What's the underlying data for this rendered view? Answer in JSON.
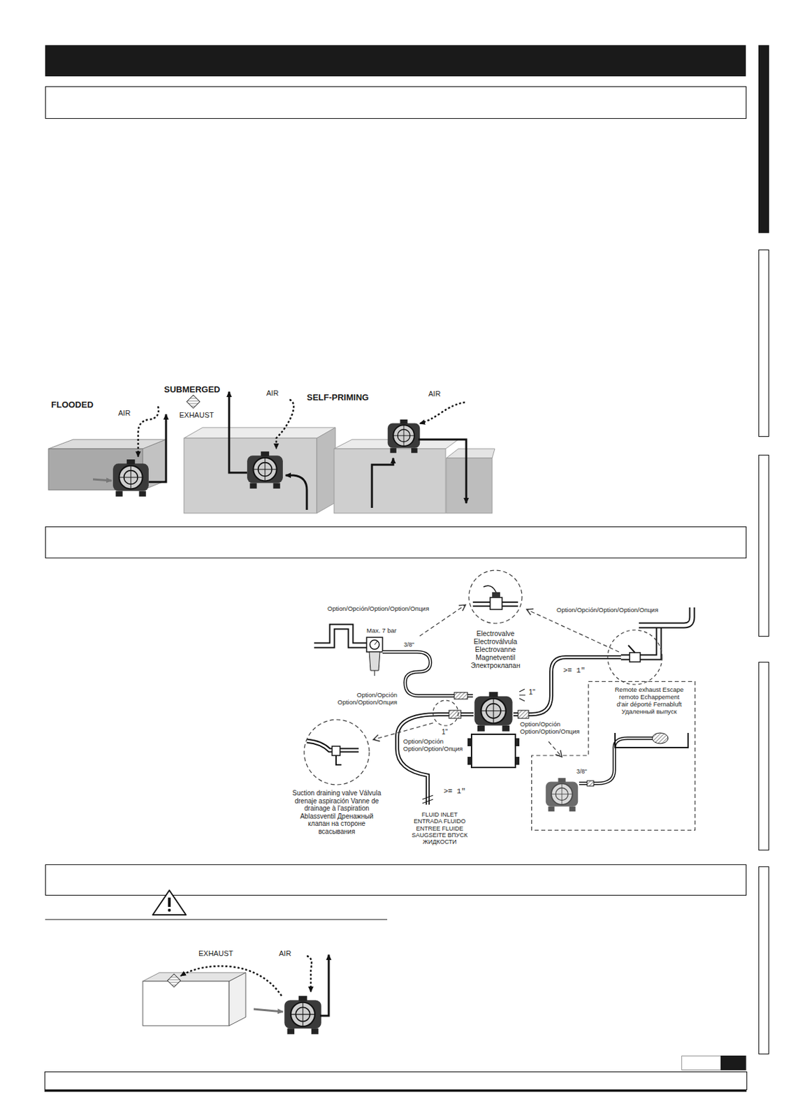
{
  "diagram": {
    "nodes": [
      {
        "text": [
          "Electrovalve Electroválvula Electrovanne Magnetventil Электроклапан"
        ]
      },
      {
        "text": [
          "Suction draining valve Válvula drenaje aspiración Vanne de drainage à l'aspiration Ablassventil Дренажный клапан на стороне всасывания"
        ]
      },
      {
        "text": [
          "Remote exhaust Escape remoto Echappement d'air déporté Fernabluft Удаленный выпуск"
        ]
      }
    ],
    "labels": [
      "FLOODED",
      "AIR",
      "SUBMERGED",
      "AIR",
      "EXHAUST",
      "SELF-PRIMING",
      "AIR",
      "Option/Opción/Option/Option/Опция",
      "Option/Opción/Option/Option/Опция",
      "Max. 7 bar",
      "3/8\"",
      ">= 1\"",
      "1\"",
      "Option/Opción Option/Option/Опция",
      "1\"",
      "Option/Opción Option/Option/Опция",
      "Option/Opción Option/Option/Опция",
      "3/8\"",
      ">= 1\"",
      "FLUID INLET ENTRADA FLUIDO ENTREE FLUIDE SAUGSEITE ВПУСК ЖИДКОСТИ",
      "EXHAUST",
      "AIR"
    ]
  }
}
